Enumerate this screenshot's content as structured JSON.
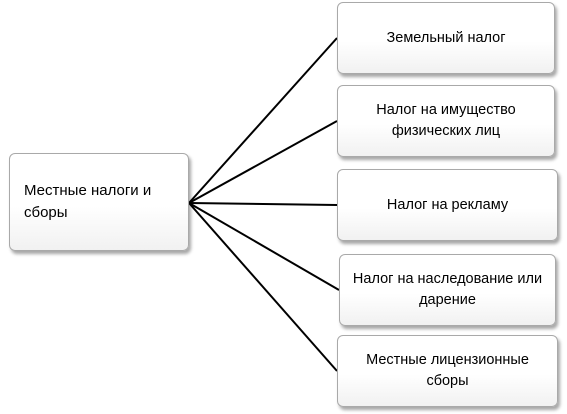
{
  "diagram": {
    "root": {
      "label": "Местные налоги и сборы"
    },
    "children": [
      {
        "label": "Земельный налог"
      },
      {
        "label": "Налог на имущество физических лиц"
      },
      {
        "label": "Налог на рекламу"
      },
      {
        "label": "Налог на наследование или дарение"
      },
      {
        "label": "Местные лицензионные сборы"
      }
    ],
    "colors": {
      "connector": "#000000",
      "border": "#a9a9a9",
      "background": "#ffffff"
    }
  }
}
